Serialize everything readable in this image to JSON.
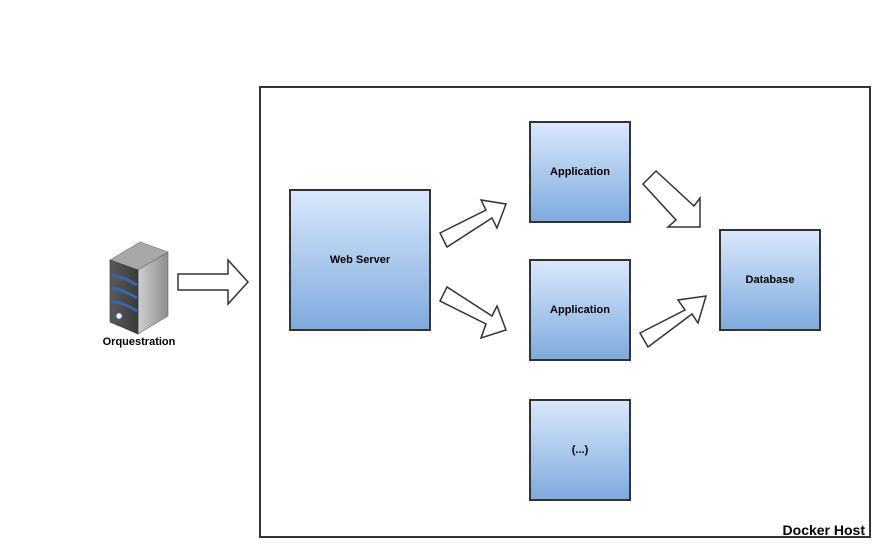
{
  "orchestrator": {
    "label": "Orquestration",
    "icon": "server-icon"
  },
  "host": {
    "label": "Docker Host"
  },
  "nodes": {
    "web_server": "Web Server",
    "application_1": "Application",
    "application_2": "Application",
    "more": "(...)",
    "database": "Database"
  },
  "colors": {
    "box_top": "#dae8fc",
    "box_bottom": "#7eaadd",
    "stroke": "#333333",
    "arrow_fill": "#ffffff"
  }
}
